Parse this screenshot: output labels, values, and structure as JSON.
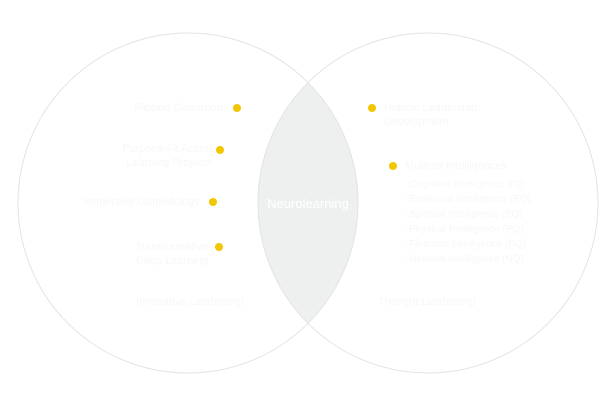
{
  "colors": {
    "circle_stroke": "#e3e3e3",
    "intersection_fill": "#eef0f0",
    "dot": "#f2c600",
    "text": "#f7f7f7"
  },
  "center_label": "Neurolearning",
  "left": {
    "items": [
      {
        "text": "Flipped Classroom",
        "lines": [
          "Flipped Classroom"
        ]
      },
      {
        "text": "Purpose-Fit Action Learning Projects",
        "lines": [
          "Purpose-Fit Action",
          "Learning Projects"
        ]
      },
      {
        "text": "Immersive Gamedology",
        "lines": [
          "Immersive Gamedology"
        ]
      },
      {
        "text": "Transformative Deep Learning",
        "lines": [
          "Transformative",
          "Deep Learning"
        ]
      }
    ],
    "bottom_label": "Innovative Leadership"
  },
  "right": {
    "holistic": {
      "lines": [
        "Holistic Leadership",
        "Development"
      ]
    },
    "mi": {
      "title": "Multiple Intelligences",
      "items": [
        "Cognitive Intelligence (IQ)",
        "Emotional Intelligence (EQ)",
        "Spiritual Intelligence (SQ)",
        "Physical Intelligence (PQ)",
        "Financial Intelligence (FQ)",
        "Network Intelligence (NQ)"
      ]
    },
    "bottom_label": "Thought Leadership"
  }
}
